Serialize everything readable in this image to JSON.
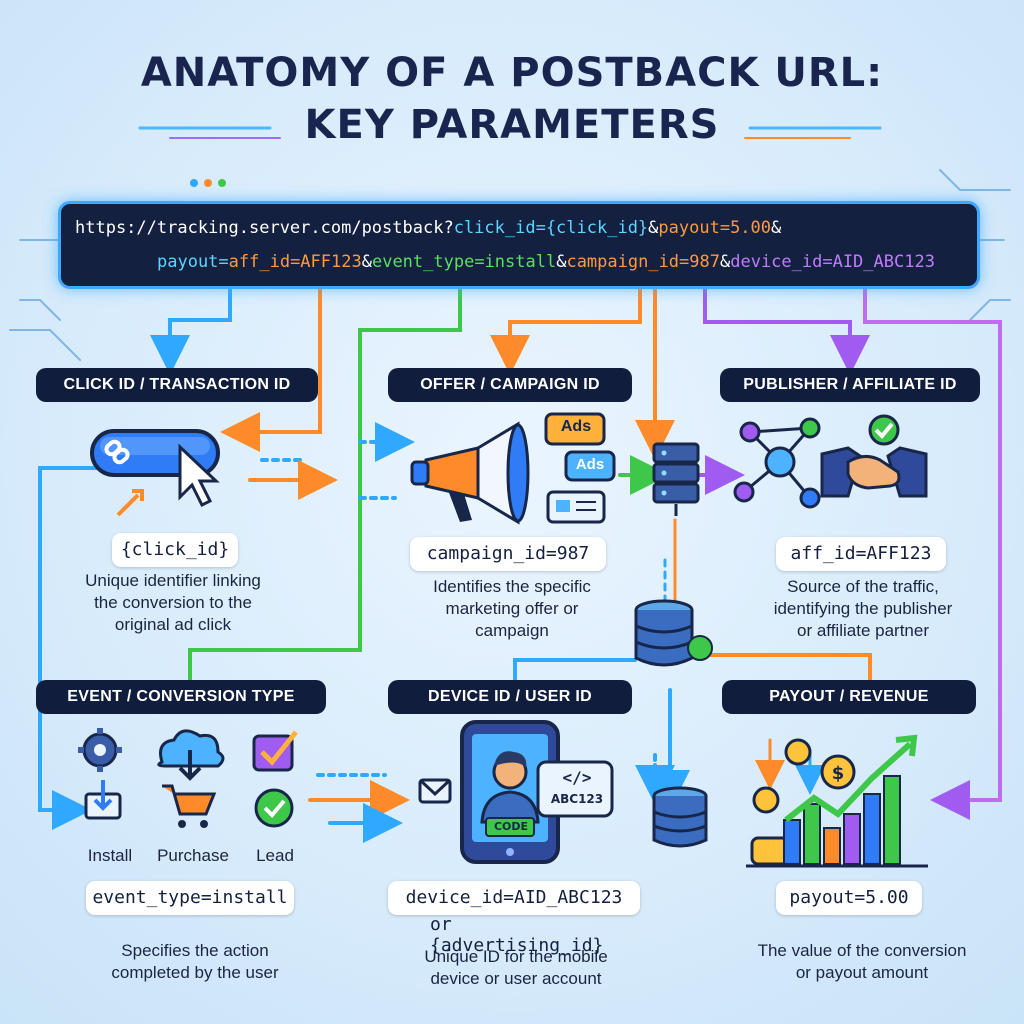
{
  "title": {
    "line1": "ANATOMY OF A POSTBACK URL:",
    "line2": "KEY PARAMETERS"
  },
  "url": {
    "line1": [
      {
        "text": "https://tracking.server.com/postback?",
        "color": "white"
      },
      {
        "text": "click_id={click_id}",
        "color": "cyan"
      },
      {
        "text": "&",
        "color": "white"
      },
      {
        "text": "payout=5.00",
        "color": "orange"
      },
      {
        "text": "&",
        "color": "white"
      }
    ],
    "line2": [
      {
        "text": "payout=",
        "color": "cyan"
      },
      {
        "text": "aff_id=AFF123",
        "color": "orange"
      },
      {
        "text": "&",
        "color": "white"
      },
      {
        "text": "event_type=install",
        "color": "green"
      },
      {
        "text": "&",
        "color": "white"
      },
      {
        "text": "campaign_id=987",
        "color": "orange"
      },
      {
        "text": "&",
        "color": "white"
      },
      {
        "text": "device_id=AID_ABC123",
        "color": "purple"
      }
    ]
  },
  "sections": {
    "click": {
      "heading": "CLICK ID / TRANSACTION ID",
      "value": "{click_id}",
      "desc": [
        "Unique identifier linking",
        "the conversion to the",
        "original ad click"
      ]
    },
    "offer": {
      "heading": "OFFER / CAMPAIGN ID",
      "value": "campaign_id=987",
      "desc": [
        "Identifies the specific",
        "marketing offer or",
        "campaign"
      ],
      "ad_labels": [
        "Ads",
        "Ads"
      ]
    },
    "publisher": {
      "heading": "PUBLISHER / AFFILIATE ID",
      "value": "aff_id=AFF123",
      "desc": [
        "Source of the traffic,",
        "identifying the publisher",
        "or affiliate partner"
      ]
    },
    "event": {
      "heading": "EVENT / CONVERSION TYPE",
      "value": "event_type=install",
      "desc": [
        "Specifies the action",
        "completed by the user"
      ],
      "types": [
        "Install",
        "Purchase",
        "Lead"
      ]
    },
    "device": {
      "heading": "DEVICE ID / USER ID",
      "value": "device_id=AID_ABC123",
      "alt_value": "or {advertising_id}",
      "desc": [
        "Unique ID for the mobile",
        "device or user account"
      ],
      "code_badge": "CODE",
      "code_tag": "</>",
      "code_id": "ABC123"
    },
    "payout": {
      "heading": "PAYOUT / REVENUE",
      "value": "payout=5.00",
      "desc": [
        "The value of the conversion",
        "or payout amount"
      ]
    }
  },
  "colors": {
    "cyan": "#2fa8ff",
    "orange": "#ff8a2a",
    "green": "#3ec84a",
    "purple": "#a05cf0",
    "navy": "#111d3d"
  },
  "icons": [
    "link-button-icon",
    "cursor-icon",
    "megaphone-icon",
    "ads-bubble-icon",
    "server-icon",
    "database-icon",
    "network-icon",
    "handshake-icon",
    "gear-icon",
    "cloud-download-icon",
    "cart-icon",
    "checkbox-icon",
    "check-circle-icon",
    "phone-icon",
    "envelope-icon",
    "coin-icon",
    "growth-chart-icon"
  ]
}
